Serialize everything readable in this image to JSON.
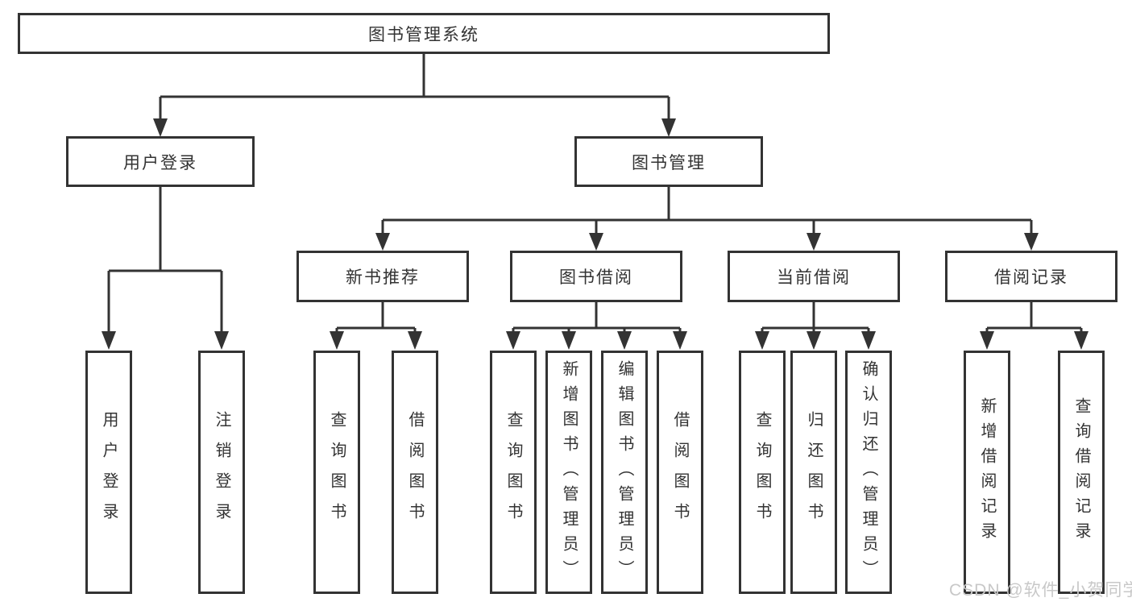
{
  "diagram": {
    "root": {
      "label": "图书管理系统"
    },
    "level2": {
      "user_login": {
        "label": "用户登录"
      },
      "book_mgmt": {
        "label": "图书管理"
      }
    },
    "level3": {
      "new_book": {
        "label": "新书推荐"
      },
      "borrow": {
        "label": "图书借阅"
      },
      "current": {
        "label": "当前借阅"
      },
      "records": {
        "label": "借阅记录"
      }
    },
    "leaves": {
      "user_login": [
        "用户登录",
        "注销登录"
      ],
      "new_book": [
        "查询图书",
        "借阅图书"
      ],
      "borrow": [
        "查询图书",
        "新增图书（管理员）",
        "编辑图书（管理员）",
        "借阅图书"
      ],
      "current": [
        "查询图书",
        "归还图书",
        "确认归还（管理员）"
      ],
      "records": [
        "新增借阅记录",
        "查询借阅记录"
      ]
    }
  },
  "watermark": {
    "text": "CSDN @软件_小贺同学"
  },
  "colors": {
    "line": "#333333",
    "text": "#333333",
    "watermark": "#c8c8c8",
    "background": "#ffffff"
  }
}
